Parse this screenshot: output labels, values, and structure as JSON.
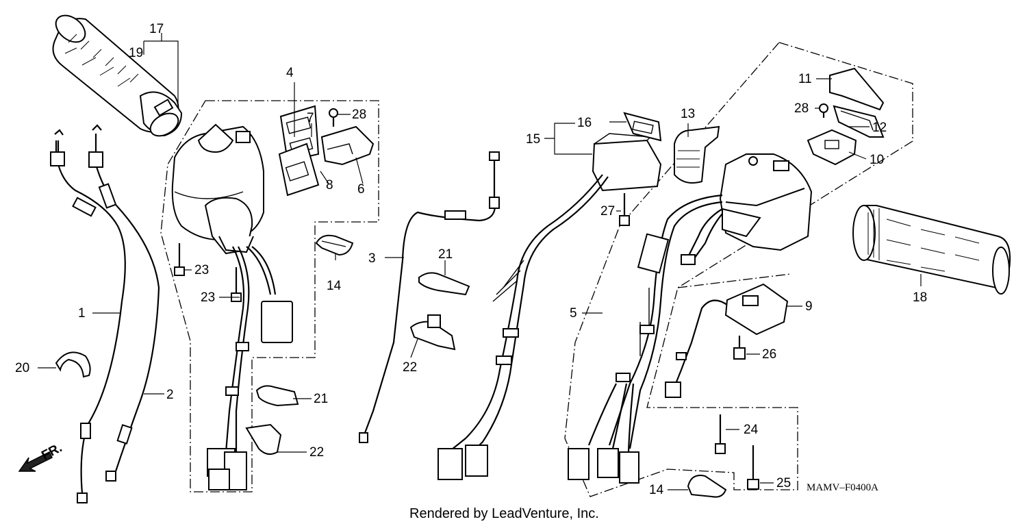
{
  "diagram": {
    "code": "MAMV–F0400A",
    "credit": "Rendered by LeadVenture, Inc.",
    "front_marker": "FR.",
    "callouts": {
      "c1": "1",
      "c2": "2",
      "c3": "3",
      "c4": "4",
      "c5": "5",
      "c6": "6",
      "c7": "7",
      "c8": "8",
      "c9": "9",
      "c10": "10",
      "c11": "11",
      "c12": "12",
      "c13": "13",
      "c14a": "14",
      "c14b": "14",
      "c15": "15",
      "c16": "16",
      "c17": "17",
      "c18": "18",
      "c19": "19",
      "c20": "20",
      "c21a": "21",
      "c21b": "21",
      "c22a": "22",
      "c22b": "22",
      "c23a": "23",
      "c23b": "23",
      "c24": "24",
      "c25": "25",
      "c26": "26",
      "c27": "27",
      "c28a": "28",
      "c28b": "28"
    }
  }
}
